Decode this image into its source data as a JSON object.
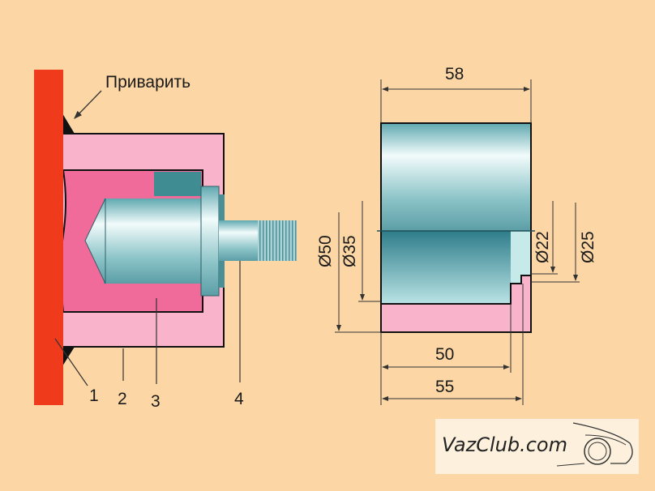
{
  "title_label": "Приварить",
  "parts": [
    "1",
    "2",
    "3",
    "4"
  ],
  "dimensions": {
    "length_total": "58",
    "length_50": "50",
    "length_55": "55",
    "dia_50": "Ø50",
    "dia_35": "Ø35",
    "dia_22": "Ø22",
    "dia_25": "Ø25"
  },
  "logo": "VazClub.com",
  "colors": {
    "background": "#fcd6a4",
    "plate": "#f03a1c",
    "outer_sleeve": "#f9b4cc",
    "inner_bushing": "#f06b9a",
    "steel": "#8ec9cc"
  }
}
